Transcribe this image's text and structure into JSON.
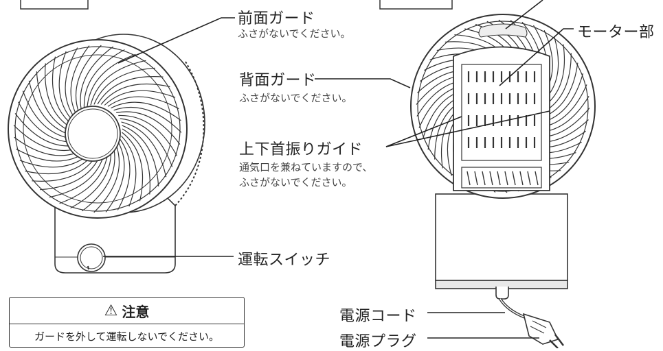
{
  "labels": {
    "front_guard": "前面ガード",
    "front_guard_note": "ふさがないでください。",
    "rear_guard": "背面ガード",
    "rear_guard_note": "ふさがないでください。",
    "louver": "上下首振りガイド",
    "louver_note_1": "通気口を兼ねていますので、",
    "louver_note_2": "ふさがないでください。",
    "switch": "運転スイッチ",
    "motor": "モーター部",
    "power_cord": "電源コード",
    "power_plug": "電源プラグ"
  },
  "caution": {
    "icon": "warning-triangle-icon",
    "title": "注意",
    "text": "ガードを外して運転しないでください。"
  }
}
